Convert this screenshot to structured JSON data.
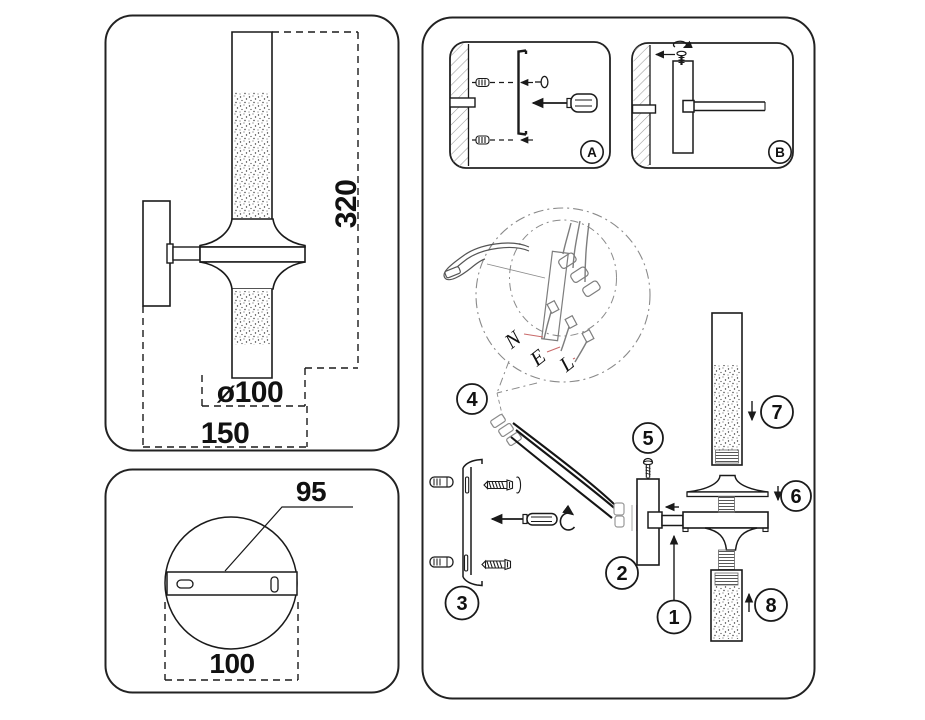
{
  "side_view": {
    "height": "320",
    "diameter": "ø100",
    "depth": "150"
  },
  "back_view": {
    "hole_spacing": "95",
    "width": "100"
  },
  "steps": {
    "a": "A",
    "b": "B"
  },
  "wiring": {
    "neutral": "N",
    "earth": "E",
    "live": "L"
  },
  "parts": {
    "1": "1",
    "2": "2",
    "3": "3",
    "4": "4",
    "5": "5",
    "6": "6",
    "7": "7",
    "8": "8"
  },
  "colors": {
    "line": "#1a1a1a",
    "secondary_gray": "#8a8a8a",
    "hatch_gray": "#999999",
    "wire_mark_purple": "#a36fc9",
    "leader_red": "#c96a6a",
    "paper": "#ffffff"
  }
}
